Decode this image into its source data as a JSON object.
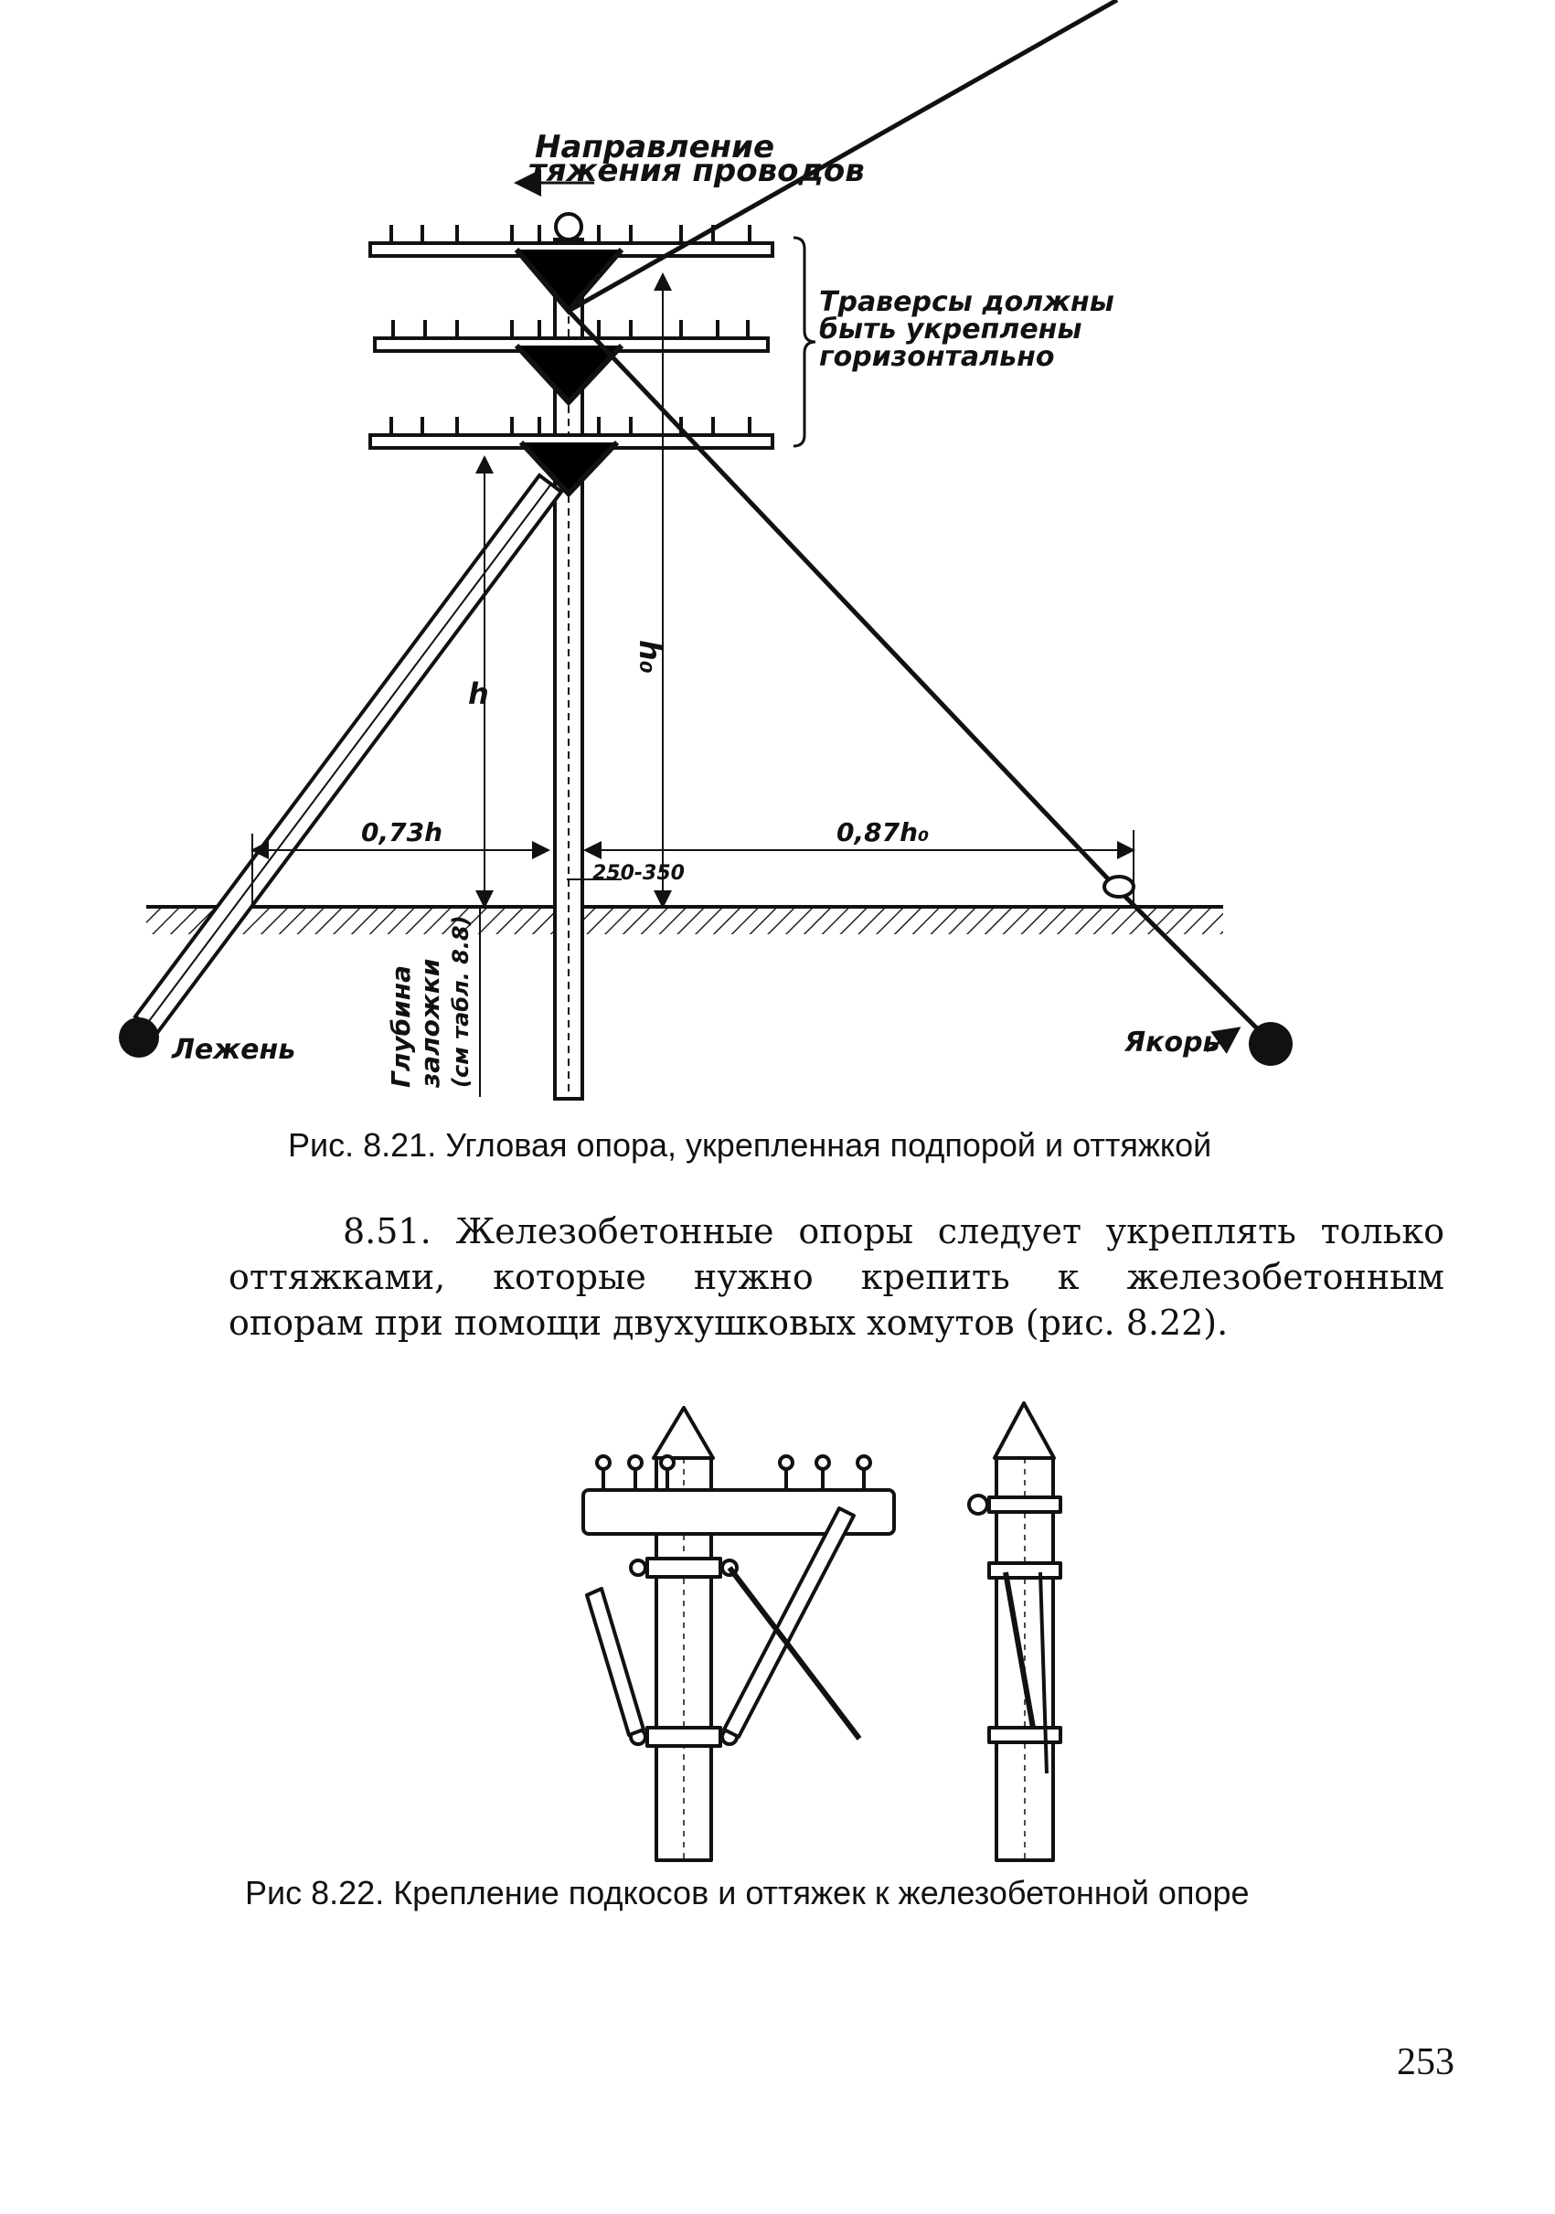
{
  "figure1": {
    "direction_label": [
      "Направление",
      "тяжения проводов"
    ],
    "traverse_note": [
      "Траверсы должны",
      "быть укреплены",
      "горизонтально"
    ],
    "dim_h": "h",
    "dim_h0": "h₀",
    "dim_073h": "0,73h",
    "dim_087h0": "0,87h₀",
    "dim_250_350": "250-350",
    "depth_label": [
      "Глубина",
      "заложки",
      "(см табл. 8.8)"
    ],
    "lezhen_label": "Лежень",
    "yakor_label": "Якорь",
    "caption": "Рис. 8.21. Угловая опора, укрепленная подпорой и оттяжкой"
  },
  "paragraph": {
    "lines": [
      "8.51. Железобетонные опоры следует укреплять только",
      "оттяжками, которые нужно крепить к железобетонным",
      "опорам при помощи двухушковых хомутов (рис. 8.22)."
    ]
  },
  "figure2": {
    "caption": "Рис 8.22. Крепление подкосов и оттяжек к железобетонной опоре"
  },
  "page_number": "253"
}
